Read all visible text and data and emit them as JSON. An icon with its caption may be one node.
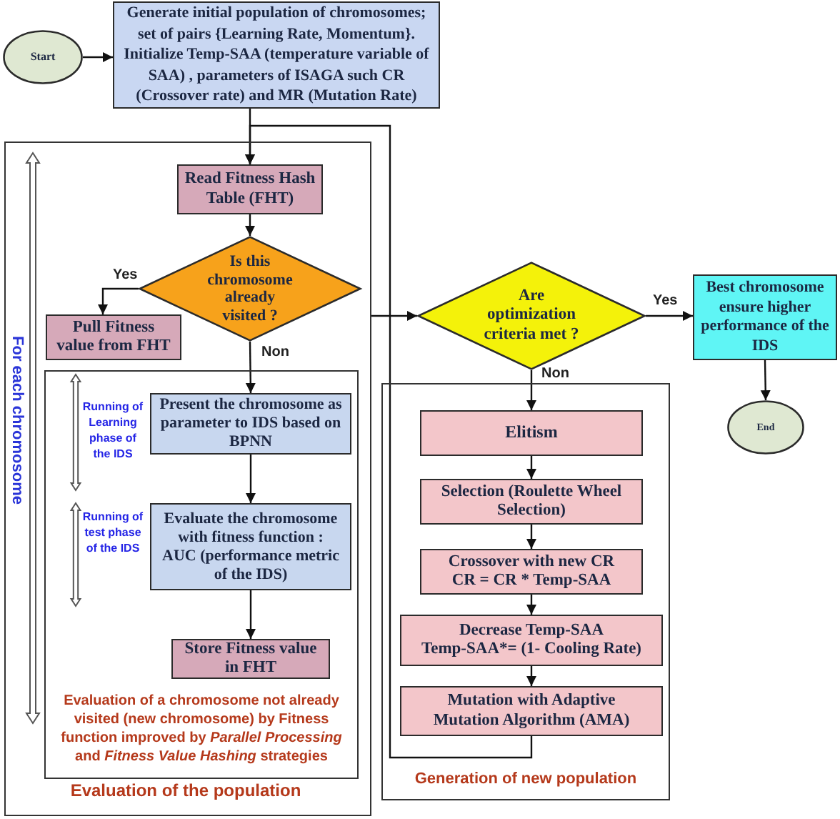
{
  "diagram": {
    "nodes": [
      {
        "text": [
          "Start"
        ]
      },
      {
        "text": [
          "Generate initial population of chromosomes; set of pairs {Learning Rate, Momentum}. Initialize Temp-SAA (temperature variable of SAA) , parameters of ISAGA such CR (Crossover rate) and MR (Mutation Rate)"
        ]
      },
      {
        "text": [
          "Evaluation of the population"
        ]
      },
      {
        "text": [
          "Read Fitness Hash Table (FHT)"
        ],
        "in": 2
      },
      {
        "text": [
          "Is this chromosome already visited ?"
        ],
        "in": 2
      },
      {
        "text": [
          "Pull Fitness value from FHT"
        ],
        "in": 2
      },
      {
        "text": [
          "Evaluation of a chromosome not already visited (new chromosome) by Fitness function improved by *Parallel Processing* and *Fitness Value Hashing* strategies"
        ],
        "in": 2
      },
      {
        "text": [
          "Present the chromosome as parameter to IDS based on BPNN"
        ],
        "in": 6,
        "beside": [
          "Running of Learning phase of the IDS"
        ]
      },
      {
        "text": [
          "Evaluate the chromosome with fitness function : AUC (performance metric of the IDS)"
        ],
        "in": 6,
        "beside": [
          "Running of test phase of the IDS"
        ]
      },
      {
        "text": [
          "Store Fitness value in FHT"
        ],
        "in": 6
      },
      {
        "text": [
          "Are optimization criteria met ?"
        ]
      },
      {
        "text": [
          "Best chromosome ensure higher performance of the IDS"
        ]
      },
      {
        "text": [
          "End"
        ]
      },
      {
        "text": [
          "Generation of new population"
        ]
      },
      {
        "text": [
          "Elitism"
        ],
        "in": 13
      },
      {
        "text": [
          "Selection (Roulette Wheel Selection)"
        ],
        "in": 13
      },
      {
        "text": [
          "Crossover with new CR",
          "CR = CR * Temp-SAA"
        ],
        "in": 13
      },
      {
        "text": [
          "Decrease Temp-SAA",
          "Temp-SAA*= (1- Cooling Rate)"
        ],
        "in": 13
      },
      {
        "text": [
          "Mutation with Adaptive Mutation Algorithm (AMA)"
        ],
        "in": 13
      }
    ],
    "edges": [
      {
        "from": 0,
        "to": 1,
        "arrow": "to"
      },
      {
        "from": 1,
        "to": 3,
        "arrow": "to"
      },
      {
        "from": 3,
        "to": 4,
        "arrow": "to"
      },
      {
        "from": 4,
        "to": 5,
        "arrow": "to",
        "label": "Yes"
      },
      {
        "from": 4,
        "to": 7,
        "arrow": "to",
        "label": "Non"
      },
      {
        "from": 7,
        "to": 8,
        "arrow": "to"
      },
      {
        "from": 8,
        "to": 9,
        "arrow": "to"
      },
      {
        "from": 2,
        "to": 10,
        "arrow": "to"
      },
      {
        "from": 10,
        "to": 11,
        "arrow": "to",
        "label": "Yes"
      },
      {
        "from": 11,
        "to": 12,
        "arrow": "to"
      },
      {
        "from": 10,
        "to": 14,
        "arrow": "to",
        "label": "Non"
      },
      {
        "from": 14,
        "to": 15,
        "arrow": "to"
      },
      {
        "from": 15,
        "to": 16,
        "arrow": "to"
      },
      {
        "from": 16,
        "to": 17,
        "arrow": "to"
      },
      {
        "from": 17,
        "to": 18,
        "arrow": "to"
      },
      {
        "from": 18,
        "to": 3,
        "arrow": "to"
      }
    ],
    "labels": [
      "For each chromosome"
    ]
  }
}
